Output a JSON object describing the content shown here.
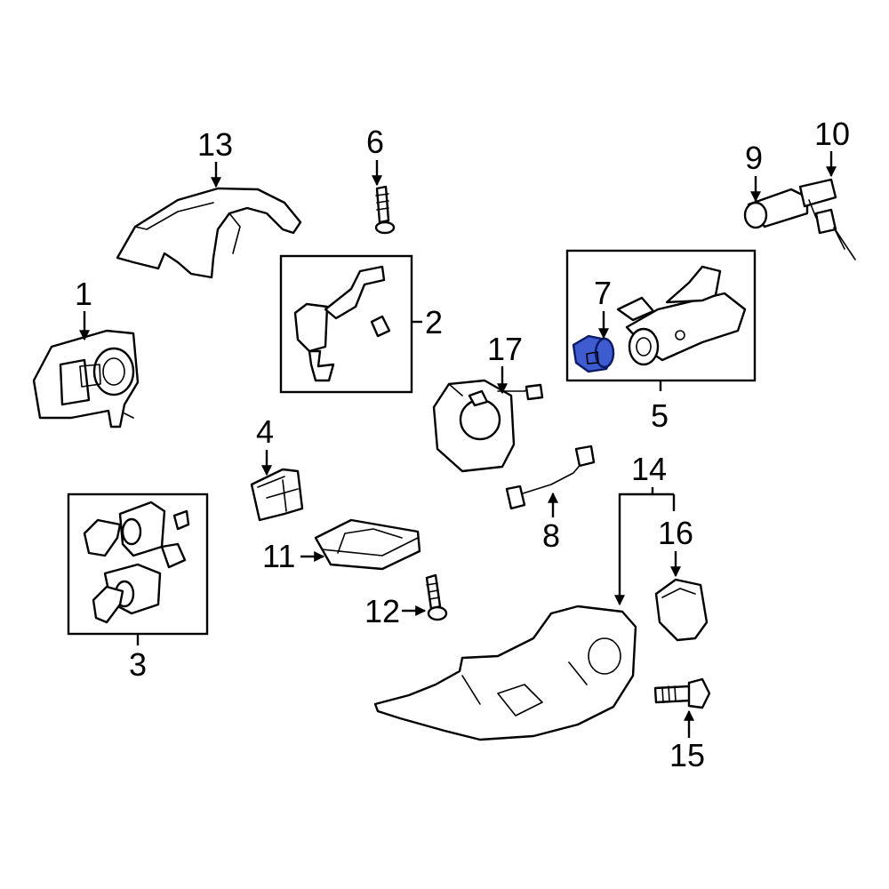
{
  "callouts": {
    "c1": "1",
    "c2": "2",
    "c3": "3",
    "c4": "4",
    "c5": "5",
    "c6": "6",
    "c7": "7",
    "c8": "8",
    "c9": "9",
    "c10": "10",
    "c11": "11",
    "c12": "12",
    "c13": "13",
    "c14": "14",
    "c15": "15",
    "c16": "16",
    "c17": "17"
  },
  "colors": {
    "highlight": "#3f5bd0",
    "line": "#000000",
    "background": "#ffffff"
  }
}
